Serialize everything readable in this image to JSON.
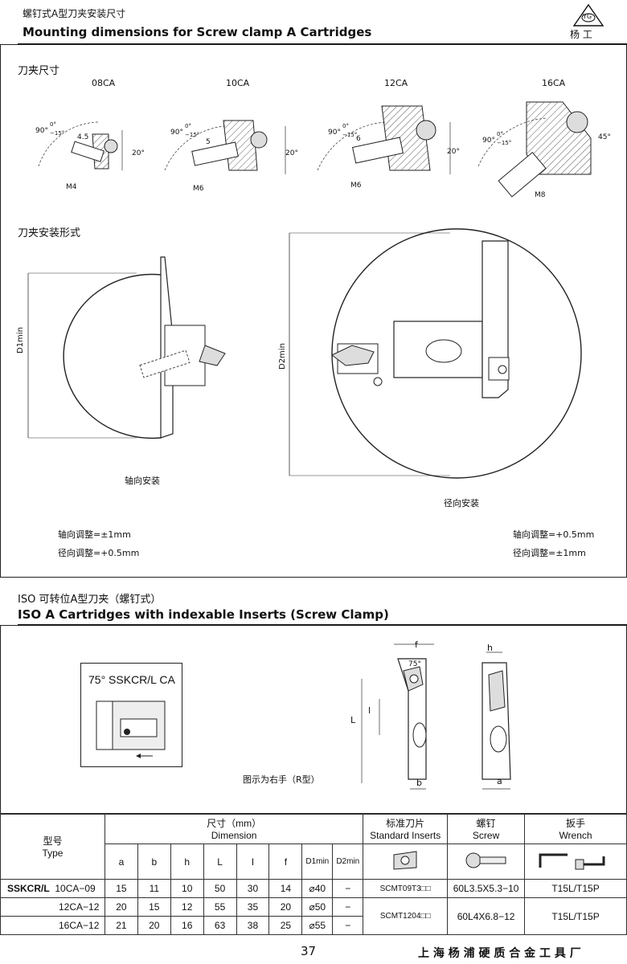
{
  "header": {
    "title_cn": "螺钉式A型刀夹安装尺寸",
    "title_en": "Mounting dimensions for Screw clamp A Cartridges",
    "logo_text": "YG",
    "logo_sub": "杨 工"
  },
  "section1": {
    "cartridge_heading": "刀夹尺寸",
    "types": [
      "08CA",
      "10CA",
      "12CA",
      "16CA"
    ],
    "angle_label": "90°",
    "angle_upper": "0°",
    "angle_lower": "−15°",
    "tilt_20": "20°",
    "tilt_45": "45°",
    "offsets": [
      "4.5",
      "5",
      "6"
    ],
    "threads": [
      "M4",
      "M6",
      "M6",
      "M8"
    ],
    "mount_heading": "刀夹安装形式",
    "d1_label": "D1min",
    "d2_label": "D2min",
    "axial_label": "轴向安装",
    "radial_label": "径向安装",
    "left_notes": [
      "轴向调整=±1mm",
      "径向调整=+0.5mm"
    ],
    "right_notes": [
      "轴向调整=+0.5mm",
      "径向调整=±1mm"
    ]
  },
  "section2": {
    "title_cn": "ISO  可转位A型刀夹（螺钉式）",
    "title_en": "ISO A Cartridges with indexable Inserts (Screw Clamp)",
    "model_label": "75° SSKCR/L CA",
    "hand_note": "图示为右手（R型）",
    "dim_f": "f",
    "dim_h": "h",
    "dim_L": "L",
    "dim_l": "l",
    "dim_b": "b",
    "dim_a": "a",
    "dim_75": "75°"
  },
  "table": {
    "type_cn": "型号",
    "type_en": "Type",
    "dim_cn": "尺寸（mm）",
    "dim_en": "Dimension",
    "insert_cn": "标准刀片",
    "insert_en": "Standard Inserts",
    "screw_cn": "螺钉",
    "screw_en": "Screw",
    "wrench_cn": "扳手",
    "wrench_en": "Wrench",
    "cols": [
      "a",
      "b",
      "h",
      "L",
      "l",
      "f",
      "D1min",
      "D2min"
    ],
    "series": "SSKCR/L",
    "rows": [
      {
        "type": "10CA−09",
        "values": [
          "15",
          "11",
          "10",
          "50",
          "30",
          "14",
          "⌀40",
          "−"
        ],
        "insert": "SCMT09T3□□",
        "screw": "60L3.5X5.3−10",
        "wrench": "T15L/T15P"
      },
      {
        "type": "12CA−12",
        "values": [
          "20",
          "15",
          "12",
          "55",
          "35",
          "20",
          "⌀50",
          "−"
        ],
        "insert": "SCMT1204□□",
        "screw": "60L4X6.8−12",
        "wrench": "T15L/T15P"
      },
      {
        "type": "16CA−12",
        "values": [
          "21",
          "20",
          "16",
          "63",
          "38",
          "25",
          "⌀55",
          "−"
        ]
      }
    ]
  },
  "footer": {
    "page": "37",
    "company": "上 海 杨 浦 硬 质 合 金 工 具 厂"
  }
}
